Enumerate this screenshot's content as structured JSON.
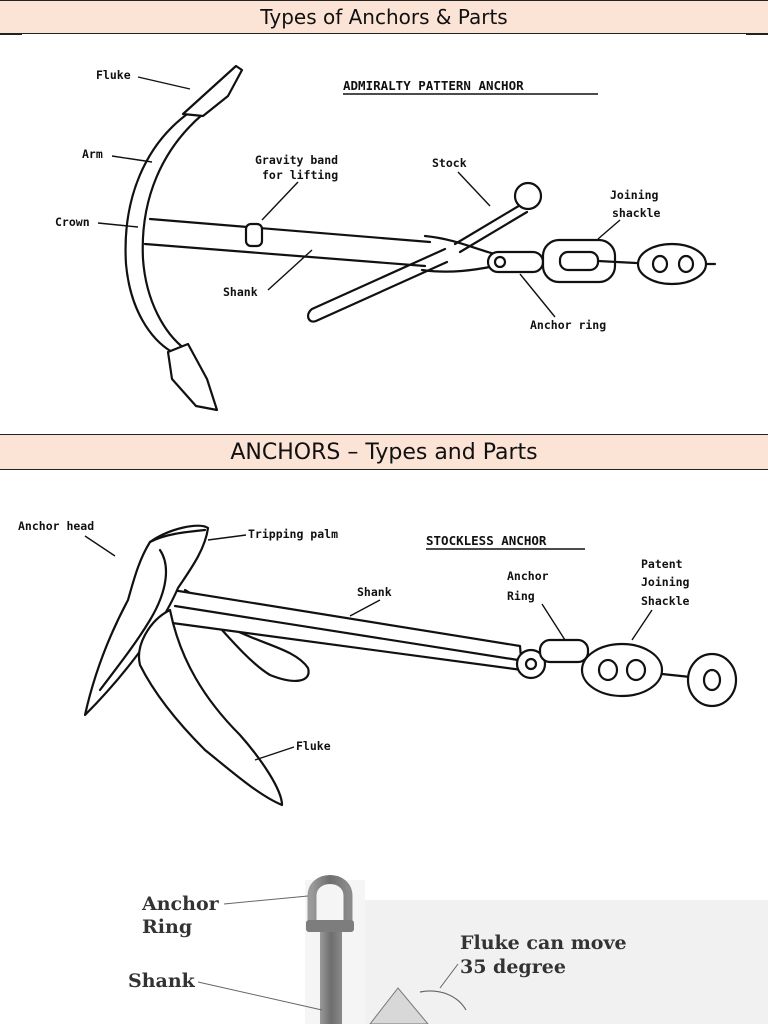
{
  "banners": {
    "top": "Types of Anchors & Parts",
    "middle": "ANCHORS – Types and Parts"
  },
  "admiralty": {
    "title": "ADMIRALTY PATTERN ANCHOR",
    "labels": {
      "fluke": "Fluke",
      "arm": "Arm",
      "crown": "Crown",
      "gravity_band_1": "Gravity band",
      "gravity_band_2": "for lifting",
      "stock": "Stock",
      "joining_shackle_1": "Joining",
      "joining_shackle_2": "shackle",
      "shank": "Shank",
      "anchor_ring": "Anchor ring"
    }
  },
  "stockless": {
    "title": "STOCKLESS ANCHOR",
    "labels": {
      "anchor_head": "Anchor head",
      "tripping_palm": "Tripping palm",
      "shank": "Shank",
      "anchor_ring_1": "Anchor",
      "anchor_ring_2": "Ring",
      "patent_1": "Patent",
      "patent_2": "Joining",
      "patent_3": "Shackle",
      "fluke": "Fluke"
    }
  },
  "photo": {
    "labels": {
      "anchor_ring_1": "Anchor",
      "anchor_ring_2": "Ring",
      "shank": "Shank",
      "fluke_1": "Fluke can move",
      "fluke_2": "35 degree"
    }
  }
}
